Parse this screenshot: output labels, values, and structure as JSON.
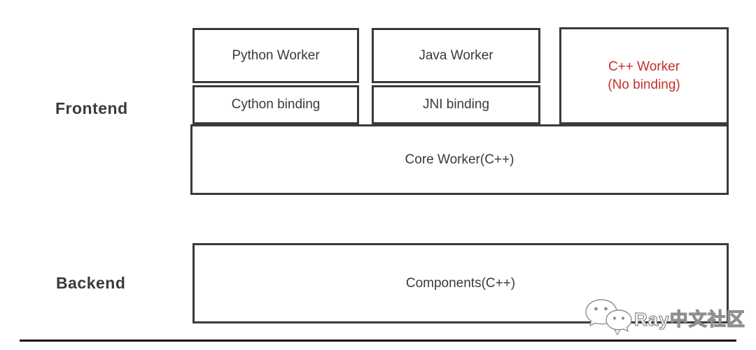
{
  "colors": {
    "background": "#ffffff",
    "box_border": "#3a3a3a",
    "box_text": "#3a3a3a",
    "accent_red": "#c5302c",
    "watermark_outline": "#8f8f8f",
    "bottom_rule": "#0d0d0d"
  },
  "left_labels": {
    "frontend": "Frontend",
    "backend": "Backend"
  },
  "diagram": {
    "python_worker": "Python Worker",
    "cython_binding": "Cython binding",
    "java_worker": "Java Worker",
    "jni_binding": "JNI binding",
    "cpp_worker_line1": "C++ Worker",
    "cpp_worker_line2": "(No binding)",
    "core_worker": "Core Worker(C++)",
    "components": "Components(C++)"
  },
  "watermark": {
    "icon": "wechat-icon",
    "text": "Ray中文社区"
  }
}
